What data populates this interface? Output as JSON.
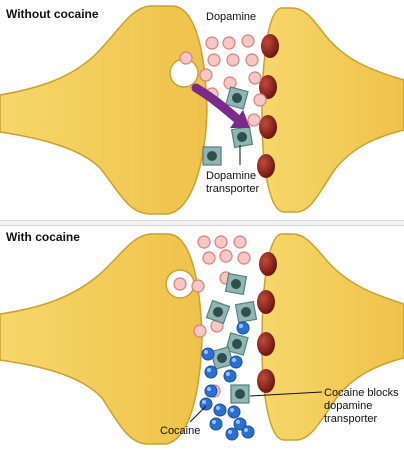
{
  "top_panel": {
    "title": "Without cocaine",
    "dopamine_label": "Dopamine",
    "transporter_label_line1": "Dopamine",
    "transporter_label_line2": "transporter"
  },
  "bottom_panel": {
    "title": "With cocaine",
    "cocaine_label": "Cocaine",
    "blocks_label_line1": "Cocaine blocks",
    "blocks_label_line2": "dopamine",
    "blocks_label_line3": "transporter"
  },
  "colors": {
    "neuron": "#f3cf5a",
    "neuron_edge": "#caa12e",
    "dopamine": "#f6c8c5",
    "dopamine_edge": "#d77f78",
    "receptor": "#8a1f17",
    "transporter": "#8fb6b3",
    "transporter_edge": "#56807d",
    "cocaine": "#2a6fd8",
    "arrow": "#7b2a8a"
  }
}
